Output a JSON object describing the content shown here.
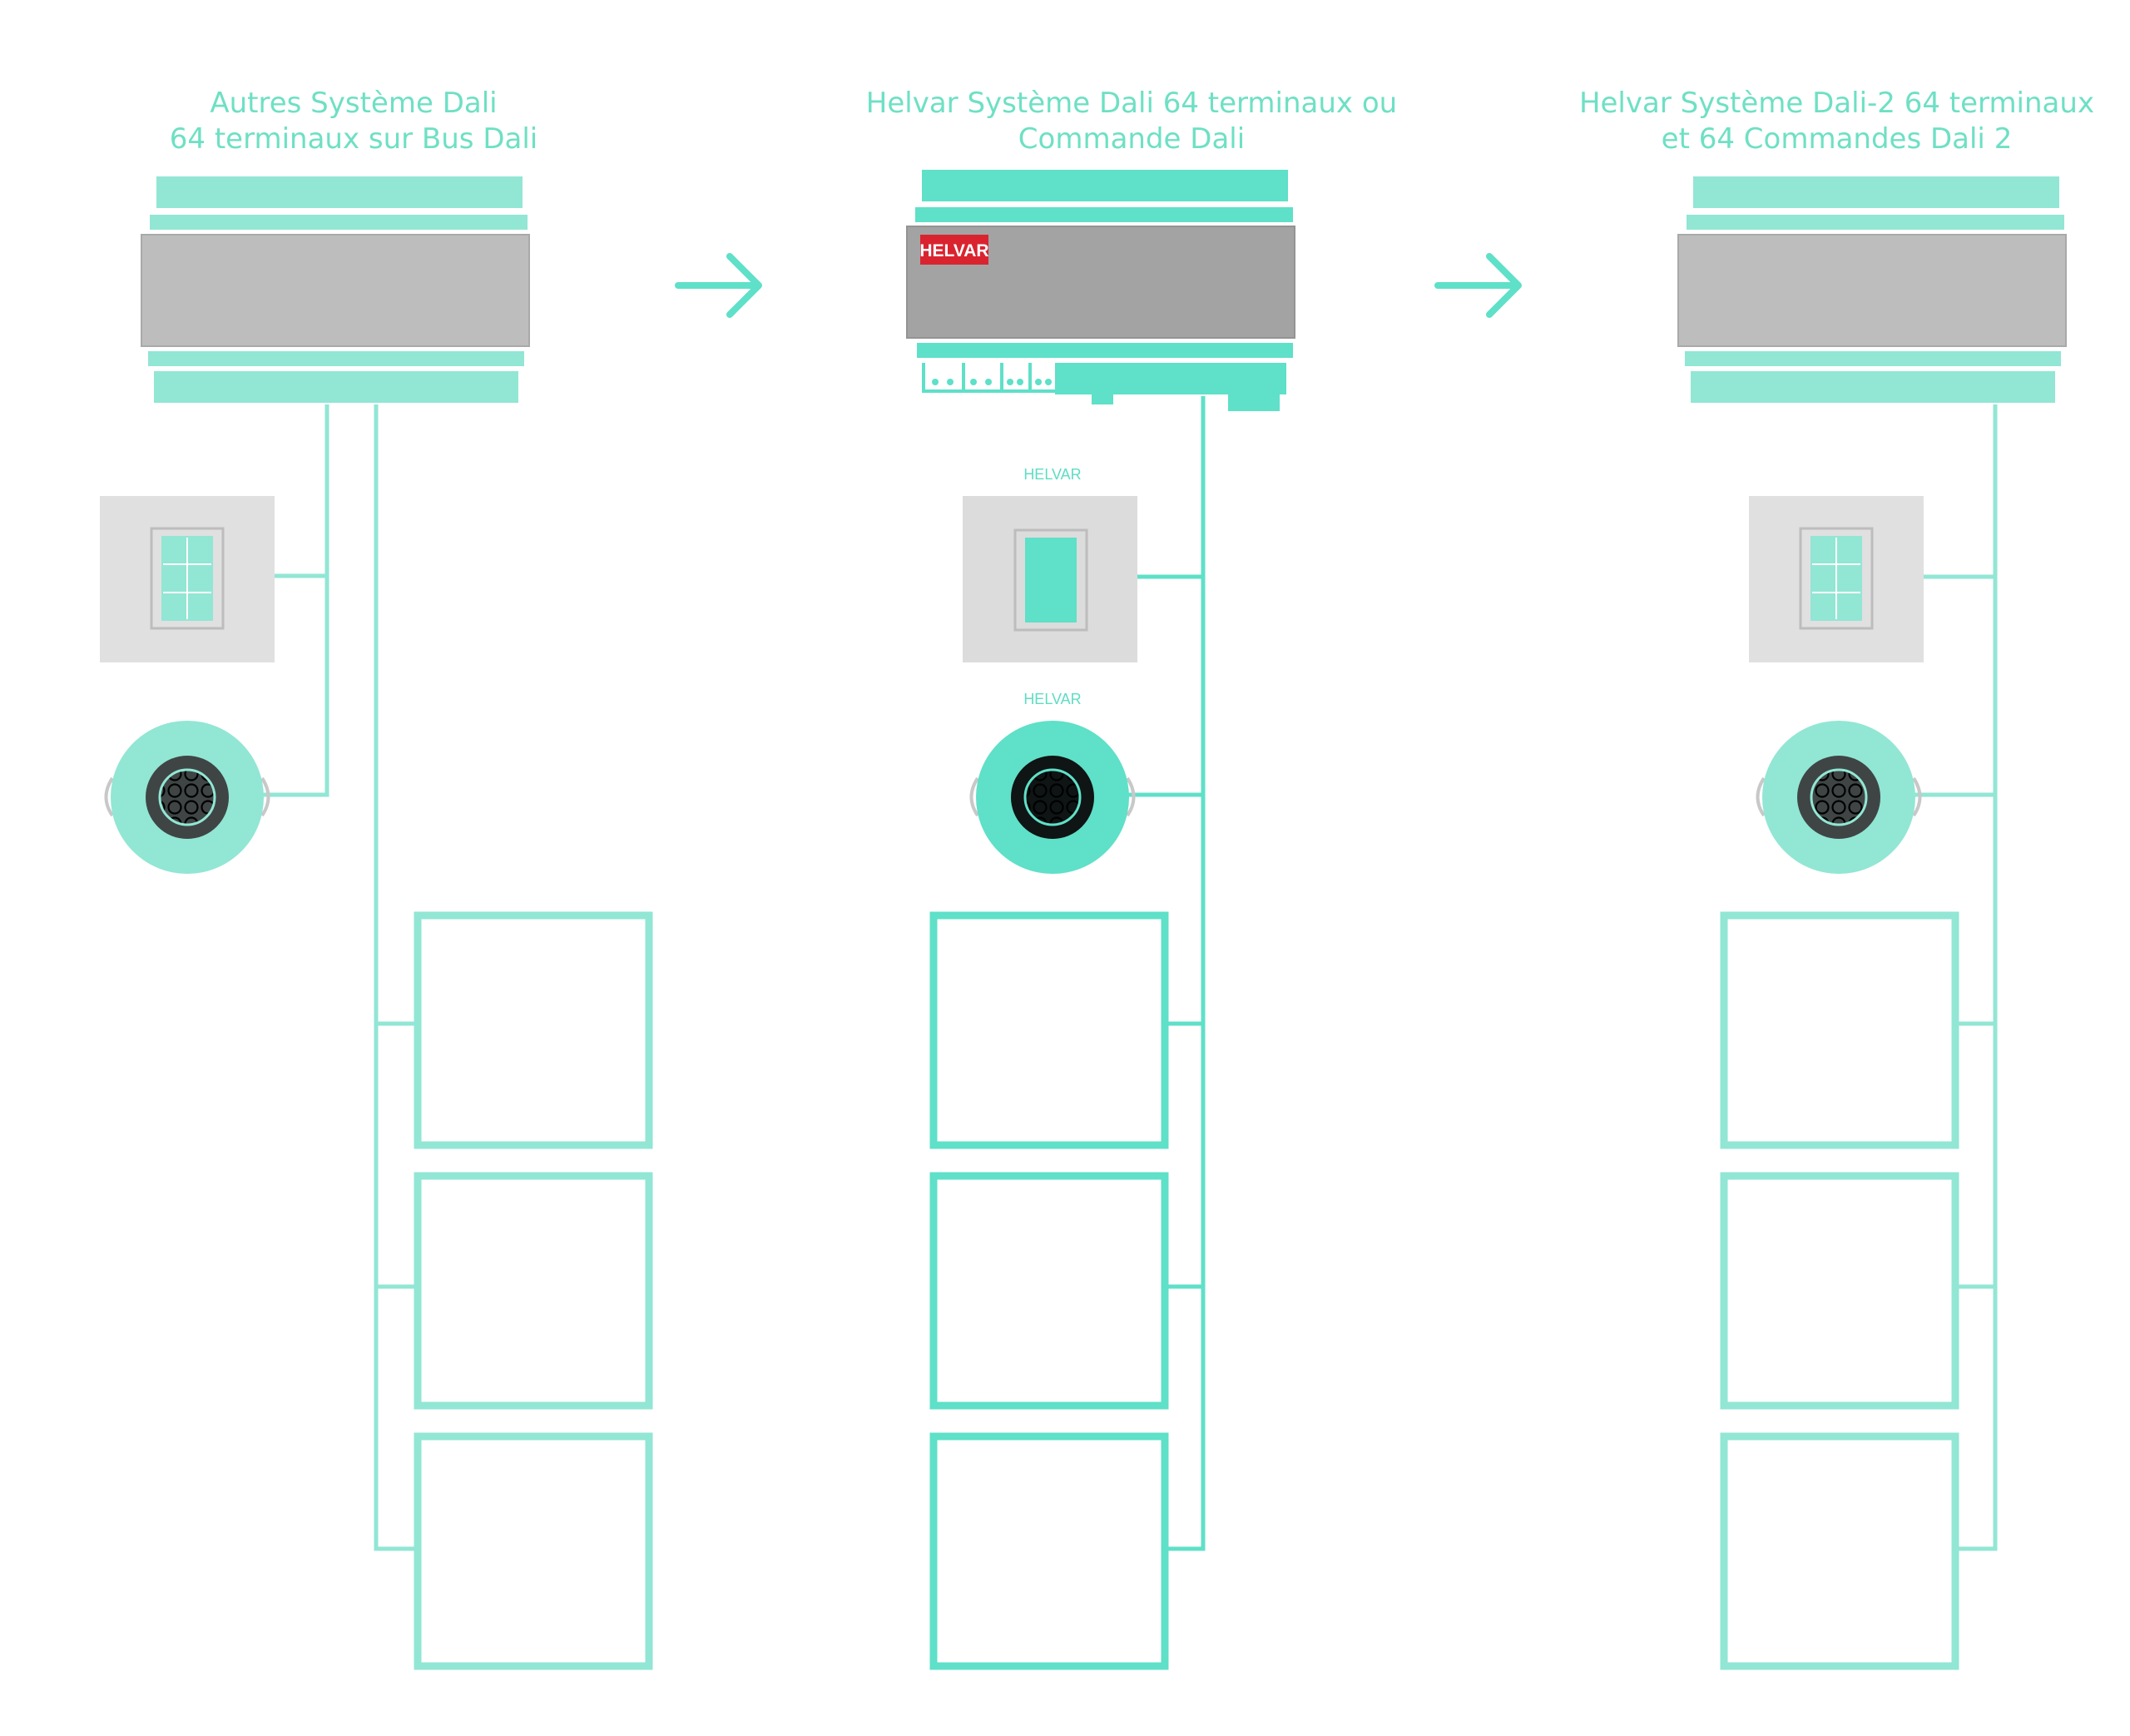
{
  "columns": [
    {
      "id": "other",
      "title_line1": "Autres Système Dali",
      "title_line2": "64 terminaux sur Bus Dali"
    },
    {
      "id": "helvar-dali",
      "title_line1": "Helvar Système Dali 64 terminaux ou",
      "title_line2": "Commande  Dali",
      "brand_badge": "HELVAR",
      "switch_brand": "HELVAR",
      "sensor_brand": "HELVAR"
    },
    {
      "id": "helvar-dali2",
      "title_line1": "Helvar Système Dali-2 64 terminaux",
      "title_line2": "et 64 Commandes  Dali 2"
    }
  ],
  "colors": {
    "mint_light": "#92e6d4",
    "mint_strong": "#5fe0c8",
    "grey_body": "#bdbdbd",
    "grey_body_dark": "#a3a3a3",
    "panel_grey": "#dcdcdc",
    "brand_red": "#d9242f",
    "sensor_dark": "#3f4545",
    "sensor_black": "#0f1414"
  }
}
